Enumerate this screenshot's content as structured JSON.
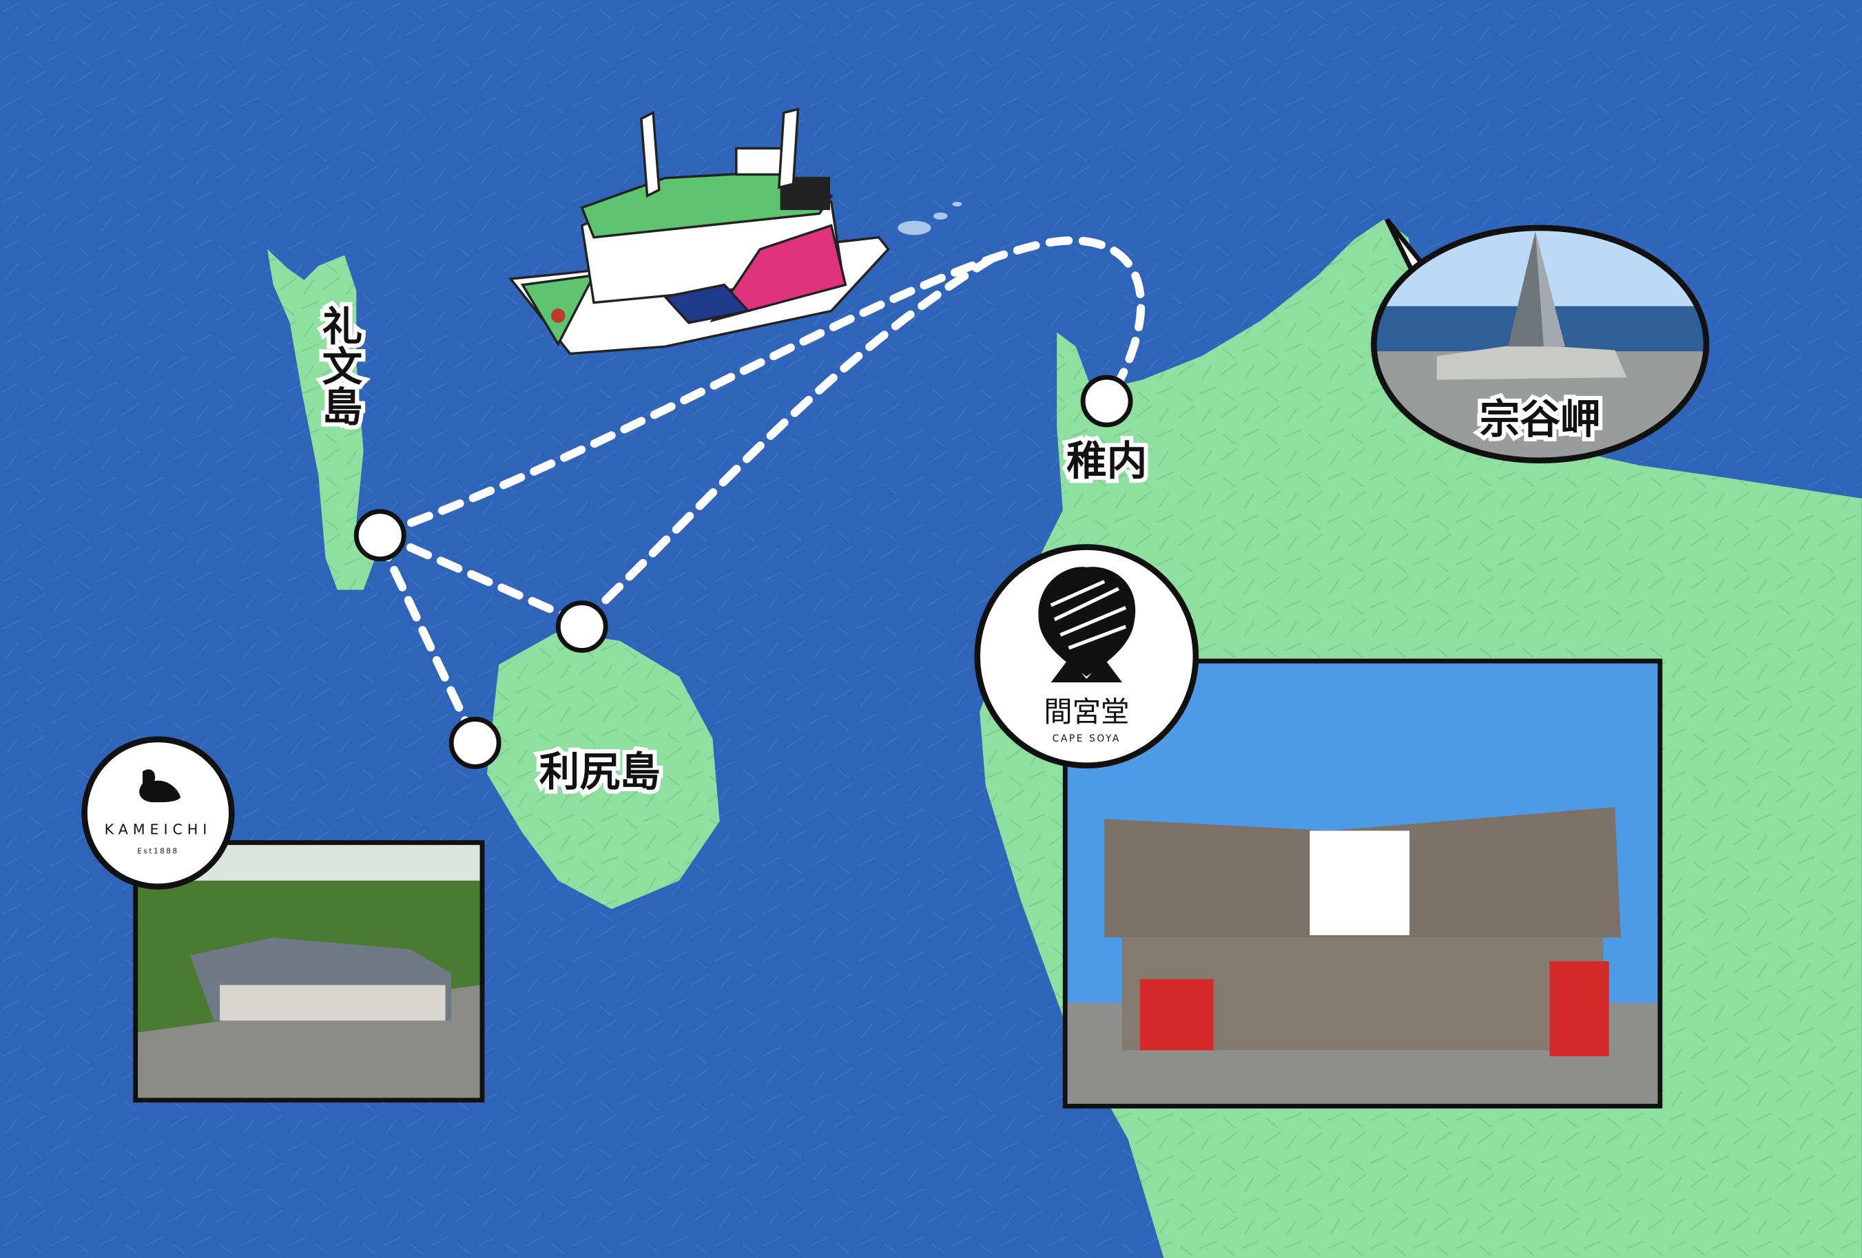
{
  "map": {
    "colors": {
      "sea": "#2f64b8",
      "land": "#8fe0a0",
      "route": "#ffffff",
      "outline": "#111111"
    },
    "places": {
      "rebun": "礼文島",
      "rishiri": "利尻島",
      "wakkanai": "稚内",
      "soya_cape": "宗谷岬"
    },
    "shops": {
      "kameichi": {
        "name": "KAMEICHI",
        "est": "Est1888",
        "icon": "turtle-icon"
      },
      "mamiyado": {
        "name": "間宮堂",
        "sub": "CAPE SOYA",
        "icon": "scallop-icon"
      }
    }
  }
}
